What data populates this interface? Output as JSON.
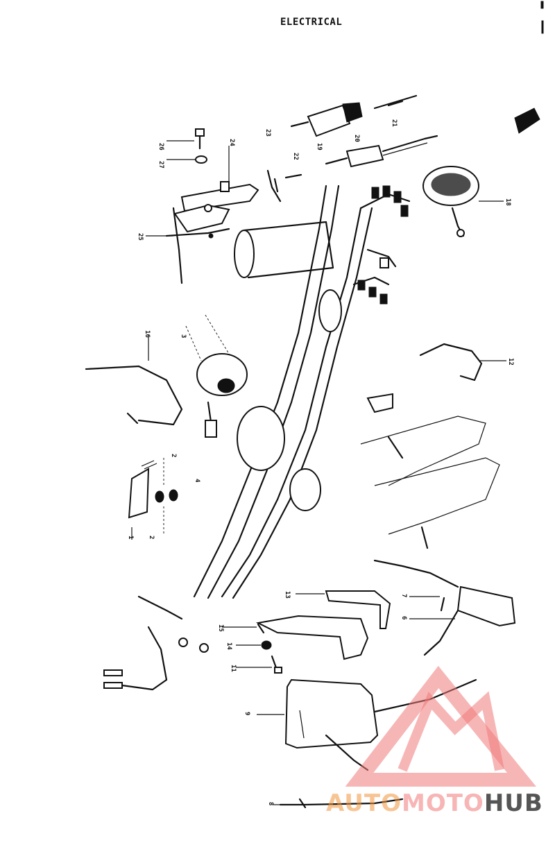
{
  "title": "ELECTRICAL",
  "callouts": {
    "n26": "26",
    "n27": "27",
    "n24": "24",
    "n23": "23",
    "n25": "25",
    "n22": "22",
    "n19": "19",
    "n20": "20",
    "n21": "21",
    "n18": "18",
    "n16": "16",
    "n3": "3",
    "n12": "12",
    "n2": "2",
    "n1": "1",
    "n13": "13",
    "n15": "15",
    "n7": "7",
    "n6": "6",
    "n9": "9",
    "n14": "14",
    "n11": "11",
    "n8": "8",
    "n4": "4"
  },
  "watermark": {
    "part1": "AUTO",
    "part2": "MOTO",
    "part3": "HUB"
  },
  "colors": {
    "ink": "#111111",
    "watermark_red": "#f07a7a",
    "watermark_orange": "#f0963c",
    "watermark_gray": "#555555"
  }
}
